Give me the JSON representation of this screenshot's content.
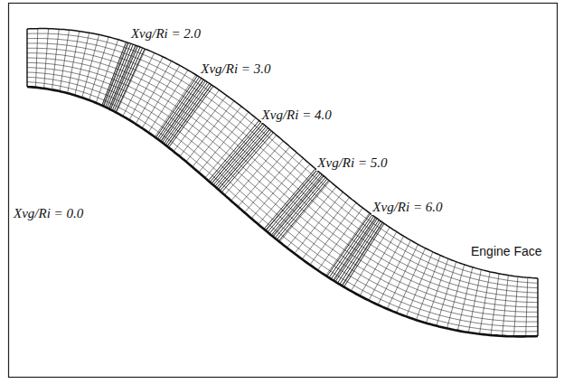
{
  "diagram": {
    "labels": [
      "Xvg/Ri = 2.0",
      "Xvg/Ri = 3.0",
      "Xvg/Ri = 4.0",
      "Xvg/Ri = 5.0",
      "Xvg/Ri = 6.0",
      "Xvg/Ri = 0.0",
      "Engine Face"
    ]
  }
}
